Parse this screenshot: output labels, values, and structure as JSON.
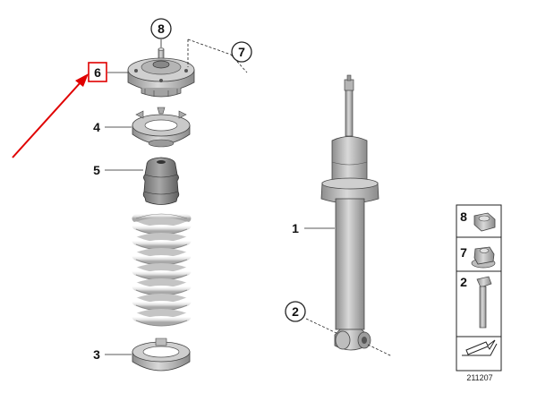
{
  "diagram": {
    "callouts": {
      "c1": "1",
      "c2": "2",
      "c3": "3",
      "c4": "4",
      "c5": "5",
      "c6": "6",
      "c7": "7",
      "c8": "8"
    },
    "legend": {
      "l8": "8",
      "l7": "7",
      "l2": "2"
    },
    "diagram_id": "211207",
    "highlight_color": "#e00000",
    "part_color": "#b9b9b9"
  }
}
